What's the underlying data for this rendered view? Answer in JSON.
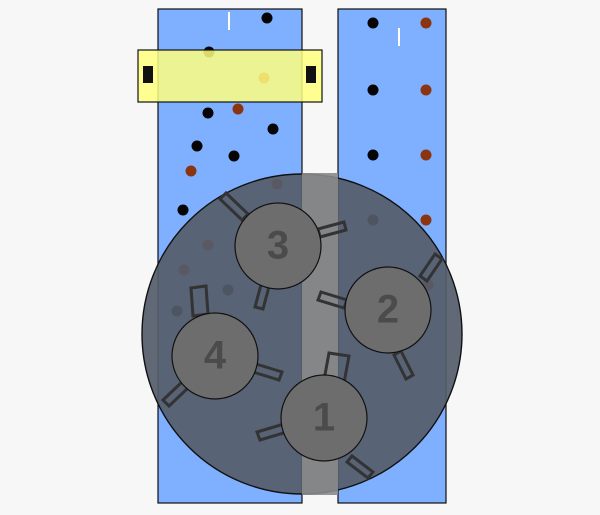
{
  "hubs": [
    {
      "label": "1"
    },
    {
      "label": "2"
    },
    {
      "label": "3"
    },
    {
      "label": "4"
    }
  ],
  "colors": {
    "tube": "#7fb0ff",
    "disc": "#555c6a",
    "band": "#8a8a8a",
    "hub": "#6d6d6d",
    "black_particle": "#050505",
    "brown_particle": "#8b3410",
    "sensor": "#ffff7f"
  }
}
